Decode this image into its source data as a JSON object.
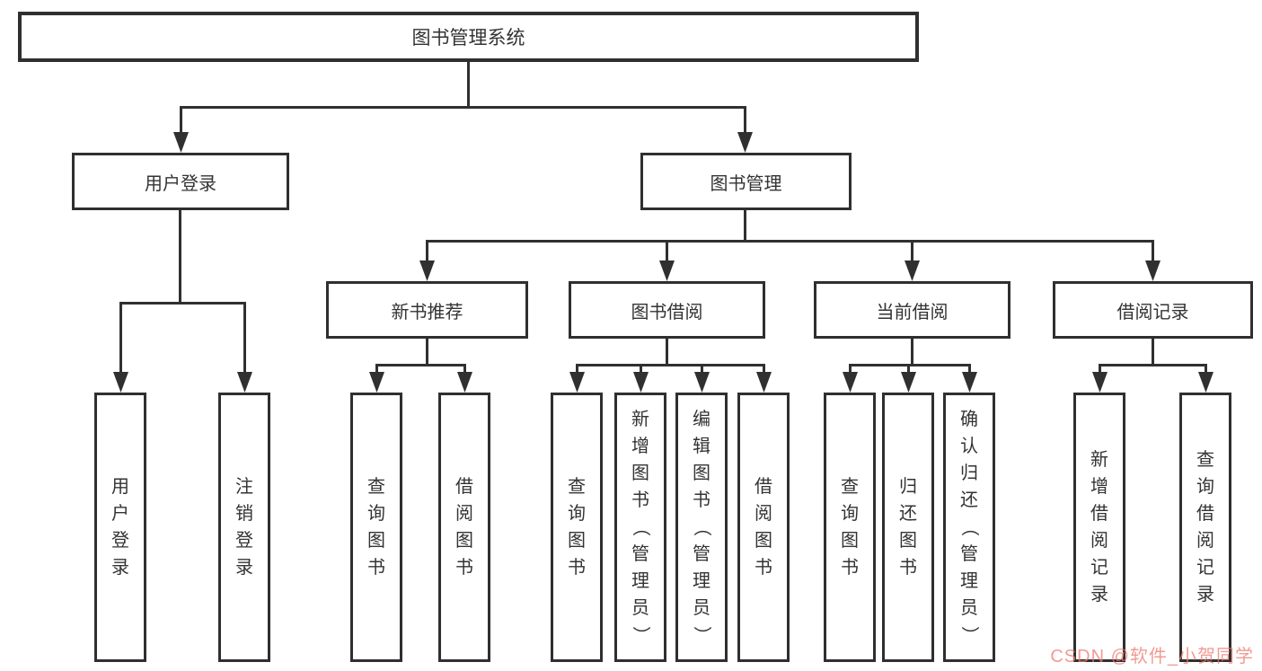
{
  "diagram": {
    "type": "hierarchy-tree",
    "colors": {
      "background": "#ffffff",
      "line": "#303030",
      "box_border": "#2f2f2f",
      "text": "#333333",
      "watermark": "#eb7a6e"
    },
    "tree": {
      "root": {
        "label": "图书管理系统",
        "children": [
          {
            "label": "用户登录",
            "children": [
              {
                "label": "用户登录"
              },
              {
                "label": "注销登录"
              }
            ]
          },
          {
            "label": "图书管理",
            "children": [
              {
                "label": "新书推荐",
                "children": [
                  {
                    "label": "查询图书"
                  },
                  {
                    "label": "借阅图书"
                  }
                ]
              },
              {
                "label": "图书借阅",
                "children": [
                  {
                    "label": "查询图书"
                  },
                  {
                    "label": "新增图书（管理员）"
                  },
                  {
                    "label": "编辑图书（管理员）"
                  },
                  {
                    "label": "借阅图书"
                  }
                ]
              },
              {
                "label": "当前借阅",
                "children": [
                  {
                    "label": "查询图书"
                  },
                  {
                    "label": "归还图书"
                  },
                  {
                    "label": "确认归还（管理员）"
                  }
                ]
              },
              {
                "label": "借阅记录",
                "children": [
                  {
                    "label": "新增借阅记录"
                  },
                  {
                    "label": "查询借阅记录"
                  }
                ]
              }
            ]
          }
        ]
      }
    },
    "watermark": {
      "text": "CSDN @软件_小贺同学"
    }
  }
}
